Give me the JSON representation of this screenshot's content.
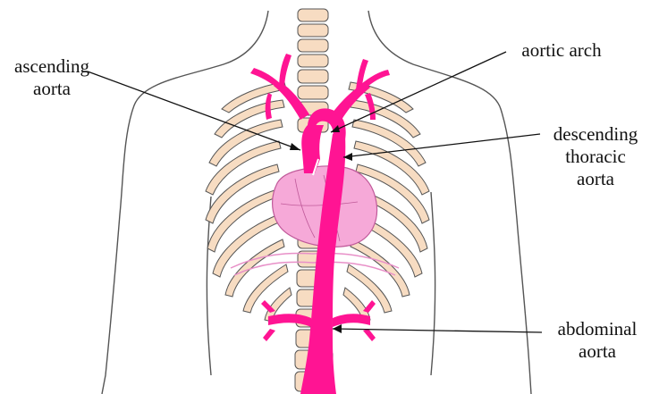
{
  "labels": {
    "ascending": {
      "line1": "ascending",
      "line2": "aorta"
    },
    "arch": {
      "line1": "aortic arch"
    },
    "descending": {
      "line1": "descending",
      "line2": "thoracic",
      "line3": "aorta"
    },
    "abdominal": {
      "line1": "abdominal",
      "line2": "aorta"
    }
  },
  "colors": {
    "aorta": "#ff1493",
    "heart": "#f6a9d8",
    "spine": "#f7dcc2",
    "outline": "#555555"
  }
}
